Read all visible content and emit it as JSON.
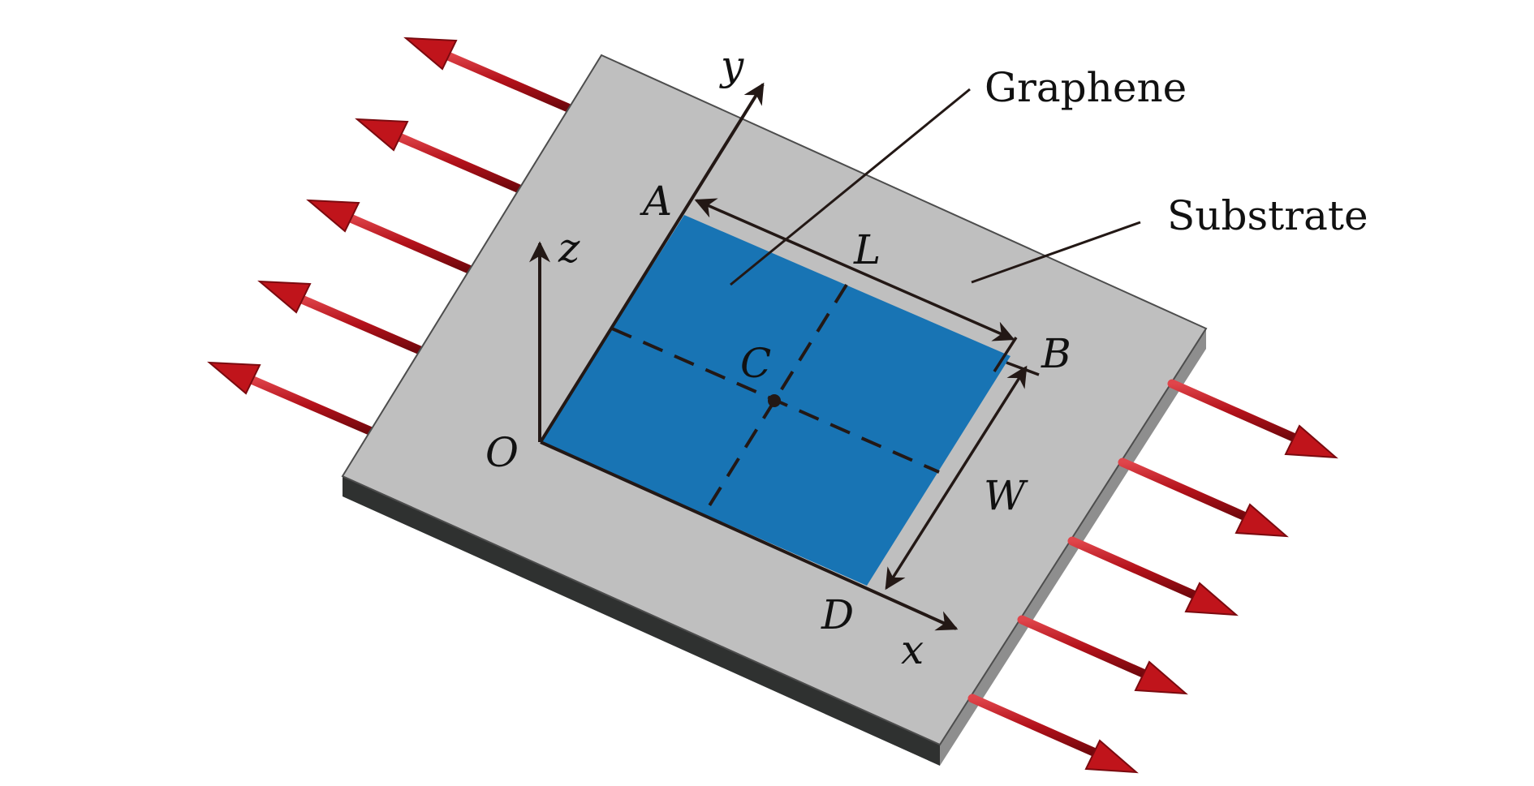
{
  "labels": {
    "graphene": "Graphene",
    "substrate": "Substrate",
    "axis_y": "y",
    "axis_z": "z",
    "axis_x": "x",
    "point_a": "A",
    "point_b": "B",
    "point_c": "C",
    "point_d": "D",
    "point_o": "O",
    "dim_length": "L",
    "dim_width": "W"
  },
  "colors": {
    "substrate_top": "#bfbfbf",
    "substrate_side": "#2f3130",
    "graphene": "#1874b4",
    "line": "#231815",
    "arrow": "#c0141b"
  }
}
